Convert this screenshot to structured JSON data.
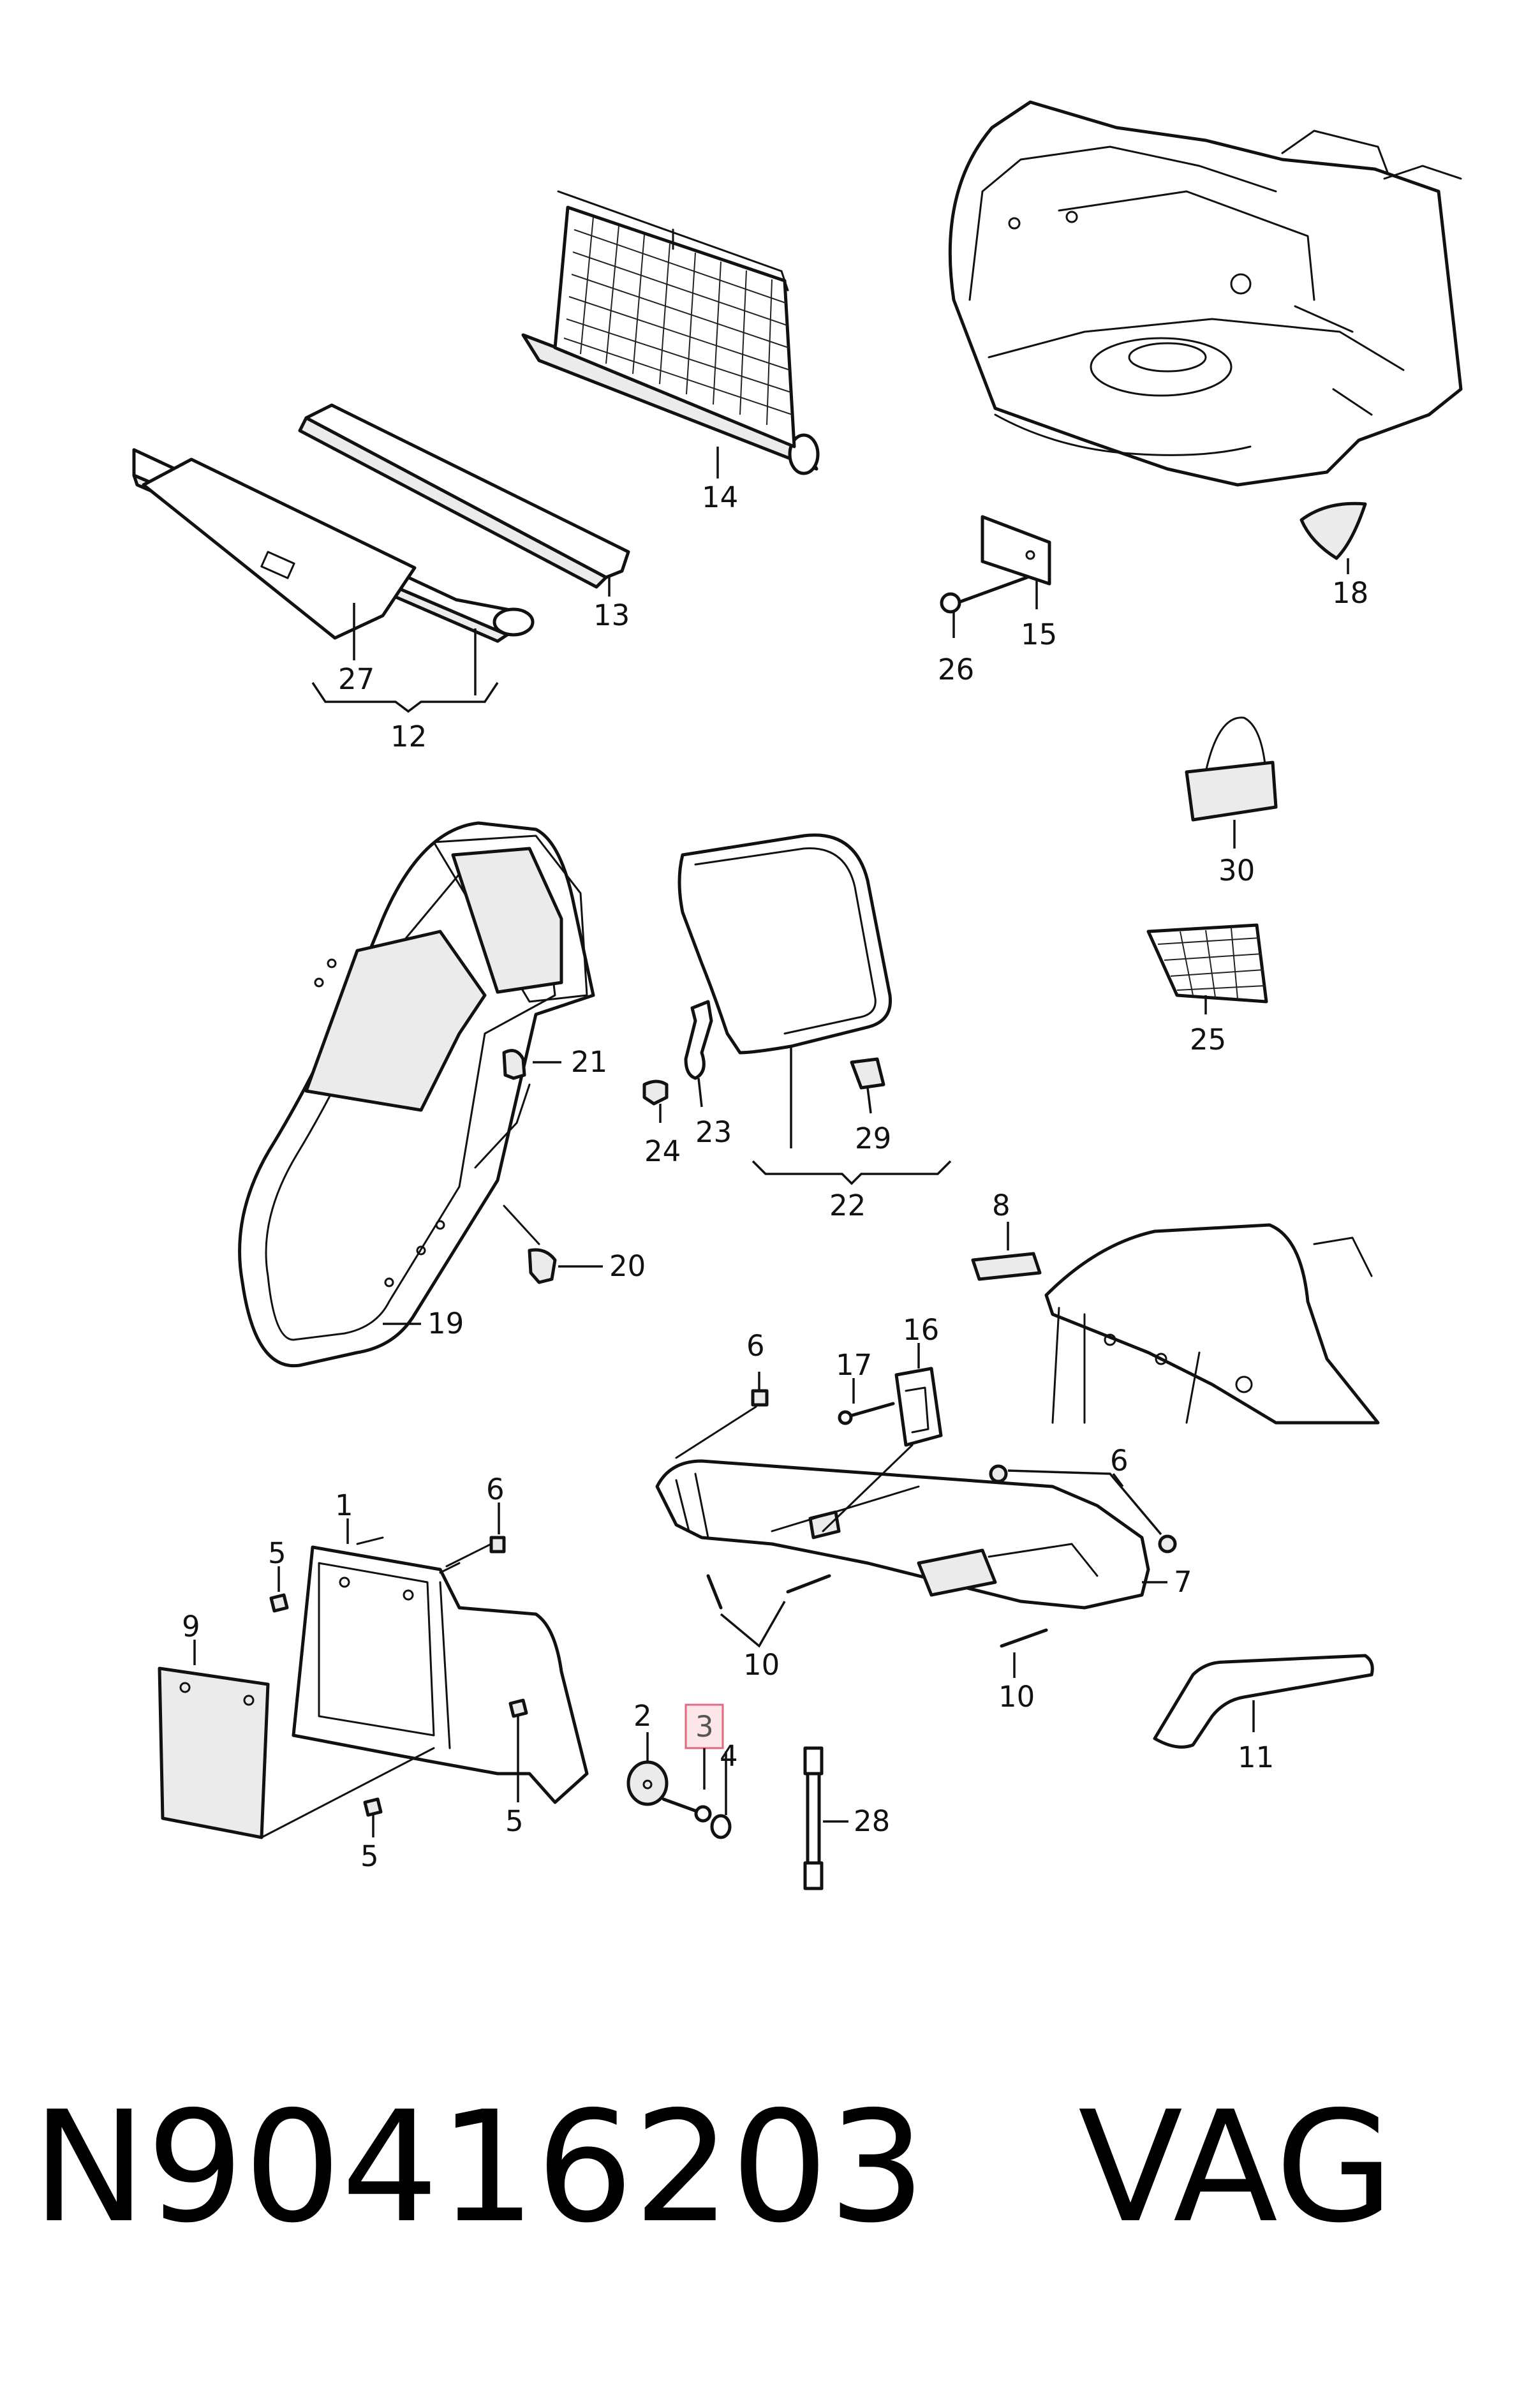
{
  "diagram": {
    "callouts": {
      "n1": "1",
      "n2": "2",
      "n3": "3",
      "n4": "4",
      "n5": "5",
      "n6": "6",
      "n7": "7",
      "n8": "8",
      "n9": "9",
      "n10": "10",
      "n11": "11",
      "n12": "12",
      "n13": "13",
      "n14": "14",
      "n15": "15",
      "n16": "16",
      "n17": "17",
      "n18": "18",
      "n19": "19",
      "n20": "20",
      "n21": "21",
      "n22": "22",
      "n23": "23",
      "n24": "24",
      "n25": "25",
      "n26": "26",
      "n27": "27",
      "n28": "28",
      "n29": "29",
      "n30": "30"
    },
    "highlighted_callout": "3",
    "highlight_color": "#e06a80"
  },
  "footer": {
    "part_number": "N90416203",
    "brand": "VAG"
  }
}
